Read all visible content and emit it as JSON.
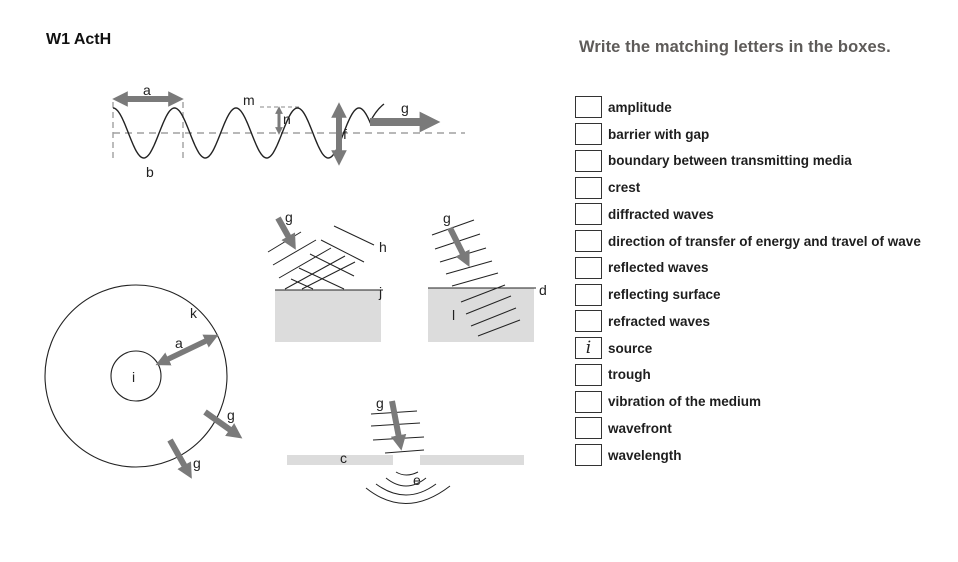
{
  "page": {
    "title": "W1 ActH",
    "instruction": "Write the matching letters in the boxes."
  },
  "diagram_labels": {
    "wave": {
      "a": "a",
      "b": "b",
      "m": "m",
      "n": "n",
      "f": "f",
      "g": "g"
    },
    "reflection": {
      "g": "g",
      "h": "h",
      "j": "j"
    },
    "refraction": {
      "g": "g",
      "d": "d",
      "l": "l"
    },
    "circle": {
      "i": "i",
      "a": "a",
      "k": "k",
      "g1": "g",
      "g2": "g"
    },
    "diffraction": {
      "g": "g",
      "c": "c",
      "e": "e"
    }
  },
  "answers": [
    {
      "label": "amplitude",
      "letter": ""
    },
    {
      "label": "barrier with gap",
      "letter": ""
    },
    {
      "label": "boundary between transmitting media",
      "letter": ""
    },
    {
      "label": "crest",
      "letter": ""
    },
    {
      "label": "diffracted waves",
      "letter": ""
    },
    {
      "label": "direction of transfer of energy and travel of wave",
      "letter": ""
    },
    {
      "label": "reflected waves",
      "letter": ""
    },
    {
      "label": "reflecting surface",
      "letter": ""
    },
    {
      "label": "refracted waves",
      "letter": ""
    },
    {
      "label": "source",
      "letter": "i"
    },
    {
      "label": "trough",
      "letter": ""
    },
    {
      "label": "vibration of the medium",
      "letter": ""
    },
    {
      "label": "wavefront",
      "letter": ""
    },
    {
      "label": "wavelength",
      "letter": ""
    }
  ],
  "colors": {
    "arrow": "#7a7a7a",
    "medium_fill": "#dcdcdc",
    "dashed": "#a0a0a0",
    "line": "#222222"
  },
  "icons": {
    "arrow_glyph": "arrow-icon"
  }
}
